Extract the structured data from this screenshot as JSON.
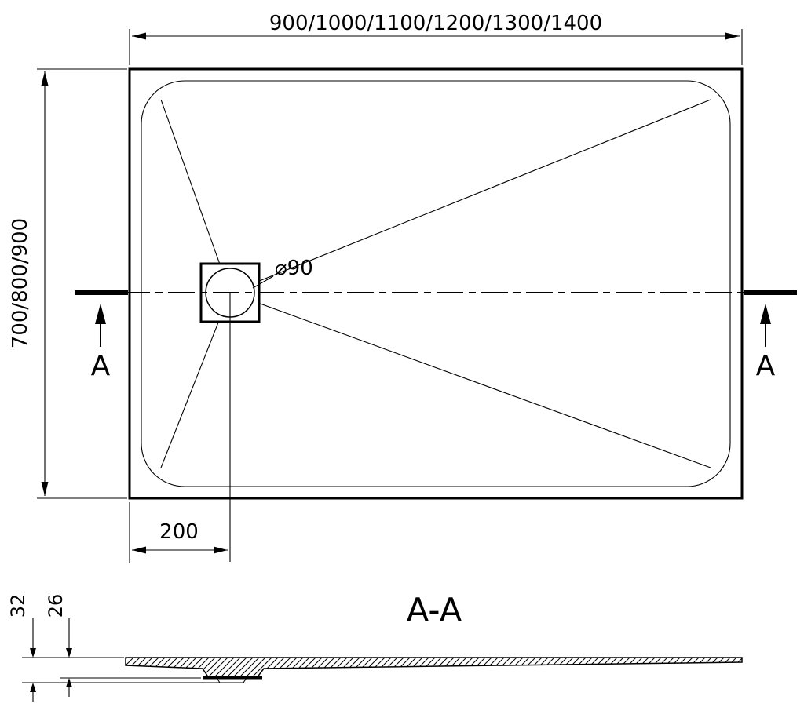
{
  "drawing": {
    "top_view": {
      "width_dimension": "900/1000/1100/1200/1300/1400",
      "depth_dimension": "700/800/900",
      "drain_offset_dimension": "200",
      "drain_diameter_label": "⌀90",
      "section_marker_left": "A",
      "section_marker_right": "A"
    },
    "section_view": {
      "title": "A-A",
      "total_height_dimension": "32",
      "inner_height_dimension": "26"
    },
    "colors": {
      "line": "#000000",
      "background": "#ffffff"
    }
  }
}
